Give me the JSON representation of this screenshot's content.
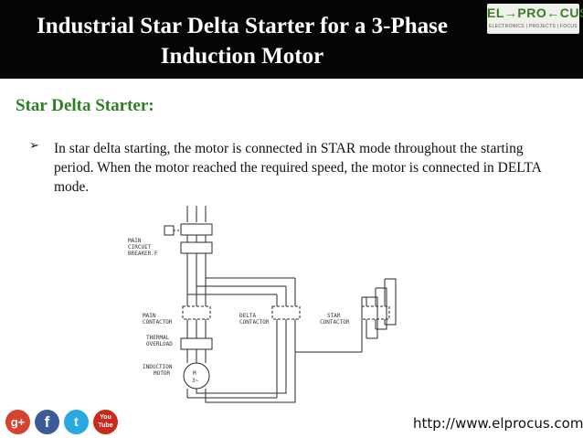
{
  "header": {
    "title_line1": "Industrial Star Delta Starter for a 3-Phase",
    "title_line2": "Induction Motor",
    "logo_main": "EL→PRO←CUS",
    "logo_sub": "ELECTRONICS | PROJECTS | FOCUS"
  },
  "content": {
    "heading": "Star Delta Starter:",
    "bullet_text": "In star delta starting, the motor is connected in STAR mode throughout the starting period. When the motor reached the required speed, the motor is connected in DELTA mode."
  },
  "diagram": {
    "labels": {
      "main_circuit_breaker_1": "MAIN",
      "main_circuit_breaker_2": "CIRCUIT",
      "main_circuit_breaker_3": "BREAKER.F",
      "main_contactor_1": "MAIN",
      "main_contactor_2": "CONTACTOR",
      "delta_contactor_1": "DELTA",
      "delta_contactor_2": "CONTACTOR",
      "star_contactor_1": "STAR",
      "star_contactor_2": "CONTACTOR",
      "thermal_overload_1": "THERMAL",
      "thermal_overload_2": "OVERLOAD",
      "induction_motor_1": "INDUCTION",
      "induction_motor_2": "MOTOR",
      "motor_symbol": "M",
      "motor_phase": "3~"
    }
  },
  "footer": {
    "url": "http://www.elprocus.com/",
    "social": {
      "googleplus": "g+",
      "facebook": "f",
      "twitter": "t",
      "youtube_1": "You",
      "youtube_2": "Tube"
    }
  }
}
